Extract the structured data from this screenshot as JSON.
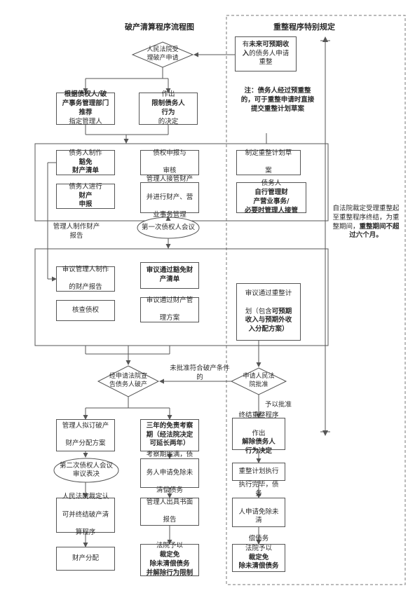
{
  "headers": {
    "left": "破产清算程序流程图",
    "right": "重整程序特别规定"
  },
  "start": {
    "diamond_line1": "人民法院受",
    "diamond_line2": "理破产申请"
  },
  "reorg_apply": {
    "p1": "有",
    "p1b": "未来可预期收",
    "p2b": "入",
    "p2": "的债务人申请",
    "p3": "重整"
  },
  "note": {
    "line1": "注：债务人经过预重",
    "line2": "整的，可于重整申请",
    "line3": "时直接提交重整计划",
    "line4": "草案"
  },
  "admin_recommend": {
    "l1": "根据债权人/破",
    "l2": "产事务管理部门",
    "l3b": "推荐",
    "l3": "指定管理人"
  },
  "restrict": {
    "l1": "作出",
    "l1b": "限制债务人",
    "l2b": "行为",
    "l2": "的决定"
  },
  "phase1": {
    "exempt_list_a": "债务人制作",
    "exempt_list_b": "豁免",
    "exempt_list_c": "财产清单",
    "claims_1": "债权申报与",
    "claims_2": "审核",
    "draft_plan_1": "制定重整计划草",
    "draft_plan_2": "案",
    "property_a": "债务人进行",
    "property_b": "财产",
    "property_c": "申报",
    "takeover_1": "管理人接管财产",
    "takeover_2": "并进行财产、营",
    "takeover_3": "业事务管理",
    "self_mgmt_a": "债务人",
    "self_mgmt_b": "自行管理财",
    "self_mgmt_c": "产营业事务/",
    "self_mgmt_d": "必要时管理人接管"
  },
  "admin_report_label": {
    "l1": "管理人制作财",
    "l2": "产报告"
  },
  "first_meeting": "第一次债权人会议",
  "phase2": {
    "review_report_1": "审议管理人制作",
    "review_report_2": "的财产报告",
    "pass_exempt_1": "审议通过豁免财",
    "pass_exempt_2": "产清单",
    "verify_claims": "核查债权",
    "pass_mgmt_1": "审议通过财产管",
    "pass_mgmt_2": "理方案",
    "pass_plan_1": "审议通过重整计",
    "pass_plan_2": "划（包含",
    "pass_plan_2b": "可预期",
    "pass_plan_3": "收入与预期外收",
    "pass_plan_4": "入分配方案）"
  },
  "bankruptcy_diamond": {
    "l1": "经申请法院宣",
    "l2": "告债务人破产"
  },
  "not_approved": {
    "l1": "未批准",
    "l2": "符合破产条件的"
  },
  "court_approval_diamond": {
    "l1": "申请人民法",
    "l2": "院批准"
  },
  "granted": "予以批准",
  "side_note": {
    "l1": "自法院裁定受",
    "l2": "理重整起至重",
    "l3": "整程序终结，",
    "l4": "为重整期间，",
    "l5": "重整期间不超",
    "l6": "过六个月。"
  },
  "liquidation": {
    "distribution_plan_1": "管理人拟订破产",
    "distribution_plan_2": "财产分配方案",
    "second_meeting_1": "第二次债权人会议",
    "second_meeting_2": "审议表决",
    "court_terminate_1": "人民法院裁定认",
    "court_terminate_2": "可并终结破产清",
    "court_terminate_3": "算程序",
    "distribute": "财产分配"
  },
  "exemption": {
    "probation_1": "三年的免责考察",
    "probation_2": "期（经法院决定",
    "probation_3": "可延长两年）",
    "apply_1": "考察期届满，债",
    "apply_2": "务人申请免除未",
    "apply_3": "清偿债务",
    "report_1": "管理人出具书面",
    "report_2": "报告",
    "final_1": "法院予以",
    "final_1b": "裁定免",
    "final_2": "除未清偿债务",
    "final_3": "并解除行为限制"
  },
  "reorg_flow": {
    "terminate_1": "终结重整程序",
    "terminate_2": "作出",
    "terminate_2b": "解除债务人",
    "terminate_3": "行为决定",
    "execute": "重整计划执行",
    "complete_1": "执行完毕，债务",
    "complete_2": "人申请免除未清",
    "complete_3": "偿债务",
    "final_1": "法院予以",
    "final_1b": "裁定免",
    "final_2": "除未清偿债务"
  },
  "colors": {
    "line": "#555555",
    "text": "#2b2b2b",
    "dashed": "#777777"
  }
}
